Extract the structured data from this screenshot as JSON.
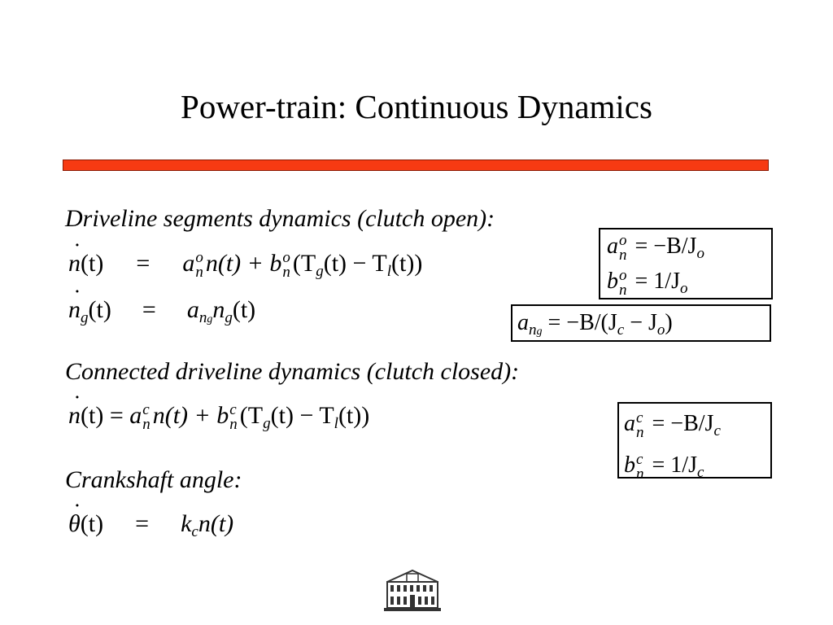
{
  "slide": {
    "title": "Power-train: Continuous Dynamics",
    "accent_color": "#f73a12"
  },
  "sections": {
    "open_heading": "Driveline segments dynamics (clutch open):",
    "closed_heading": "Connected driveline dynamics (clutch closed):",
    "crank_heading": "Crankshaft angle:"
  },
  "equations": {
    "eq1": {
      "lhs_var": "n",
      "lhs_arg": "(t)",
      "eq": "=",
      "a": "a",
      "a_sup": "o",
      "a_sub": "n",
      "mid1": "n(t) +",
      "b": "b",
      "b_sup": "o",
      "b_sub": "n",
      "tail_open": "(T",
      "tg_sub": "g",
      "tail_mid": "(t) − T",
      "tl_sub": "l",
      "tail_close": "(t))"
    },
    "eq2": {
      "lhs_var": "n",
      "lhs_sub": "g",
      "lhs_arg": "(t)",
      "eq": "=",
      "a": "a",
      "a_sub": "n",
      "a_subsub": "g",
      "n": "n",
      "n_sub": "g",
      "tail": "(t)"
    },
    "eq3": {
      "lhs_var": "n",
      "lhs_arg": "(t) =",
      "a": "a",
      "a_sup": "c",
      "a_sub": "n",
      "mid1": "n(t) +",
      "b": "b",
      "b_sup": "c",
      "b_sub": "n",
      "tail_open": "(T",
      "tg_sub": "g",
      "tail_mid": "(t) − T",
      "tl_sub": "l",
      "tail_close": "(t))"
    },
    "eq4": {
      "lhs_var": "θ",
      "lhs_arg": "(t)",
      "eq": "=",
      "k": "k",
      "k_sub": "c",
      "tail": "n(t)"
    }
  },
  "boxes": {
    "open_params": {
      "row1": {
        "sym": "a",
        "sup": "o",
        "sub": "n",
        "rhs": "= −B/J",
        "rhs_sub": "o"
      },
      "row2": {
        "sym": "b",
        "sup": "o",
        "sub": "n",
        "rhs": "= 1/J",
        "rhs_sub": "o"
      }
    },
    "gear_param": {
      "sym": "a",
      "sub": "n",
      "subsub": "g",
      "rhs": "= −B/(J",
      "j1_sub": "c",
      "mid": " − J",
      "j2_sub": "o",
      "end": ")"
    },
    "closed_params": {
      "row1": {
        "sym": "a",
        "sup": "c",
        "sub": "n",
        "rhs": "= −B/J",
        "rhs_sub": "c"
      },
      "row2": {
        "sym": "b",
        "sup": "c",
        "sub": "n",
        "rhs": "= 1/J",
        "rhs_sub": "c"
      }
    }
  },
  "logo": {
    "icon": "building-logo-icon"
  }
}
